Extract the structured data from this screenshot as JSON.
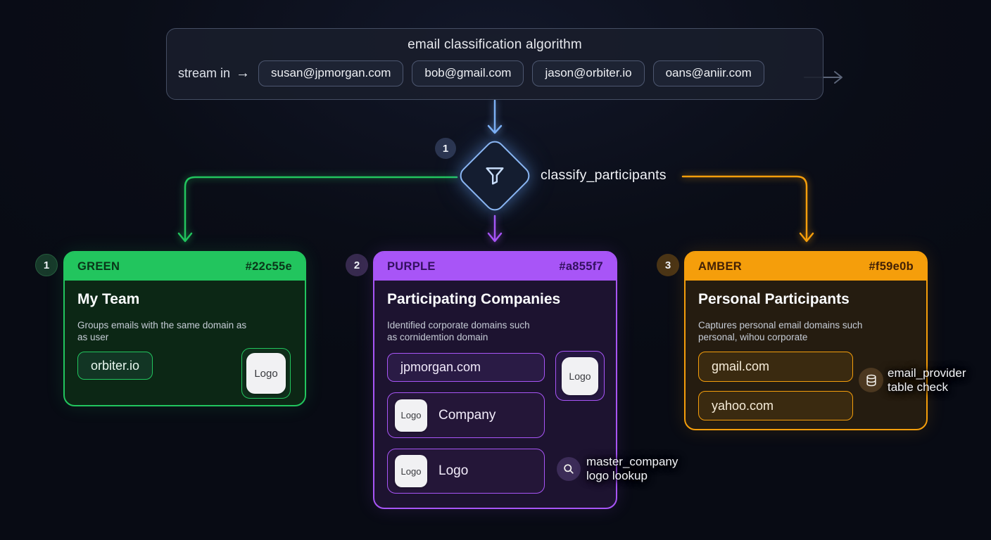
{
  "colors": {
    "green": "#22c55e",
    "purple": "#a855f7",
    "amber": "#f59e0b",
    "blue": "#7db1f5",
    "gray_arrow": "#5b6478",
    "funnel_stroke": "#c9defb",
    "icon_white": "#f5f3ef"
  },
  "stream_box": {
    "title": "email classification algorithm",
    "stream_label": "stream in",
    "arrow_glyph": "→",
    "emails": [
      "susan@jpmorgan.com",
      "bob@gmail.com",
      "jason@orbiter.io",
      "oans@aniir.com"
    ]
  },
  "classifier": {
    "badge": "1",
    "label": "classify_participants"
  },
  "cards": {
    "green": {
      "badge": "1",
      "name": "GREEN",
      "hex": "#22c55e",
      "title": "My Team",
      "description": "Groups emails with the same domain as\nas user",
      "domain": "orbiter.io",
      "logo_label": "Logo"
    },
    "purple": {
      "badge": "2",
      "name": "PURPLE",
      "hex": "#a855f7",
      "title": "Participating Companies",
      "description": "Identified corporate domains such\nas cornidemtion domain",
      "domain": "jpmorgan.com",
      "logo_label": "Logo",
      "rows": [
        {
          "logo": "Logo",
          "label": "Company"
        },
        {
          "logo": "Logo",
          "label": "Logo"
        }
      ]
    },
    "amber": {
      "badge": "3",
      "name": "AMBER",
      "hex": "#f59e0b",
      "title": "Personal Participants",
      "description": "Captures personal email domains such\npersonal, wihou corporate",
      "domains": [
        "gmail.com",
        "yahoo.com"
      ]
    }
  },
  "annotations": {
    "logo_lookup": {
      "text": "master_company\nlogo lookup"
    },
    "provider_check": {
      "text": "email_provider\ntable check"
    }
  }
}
